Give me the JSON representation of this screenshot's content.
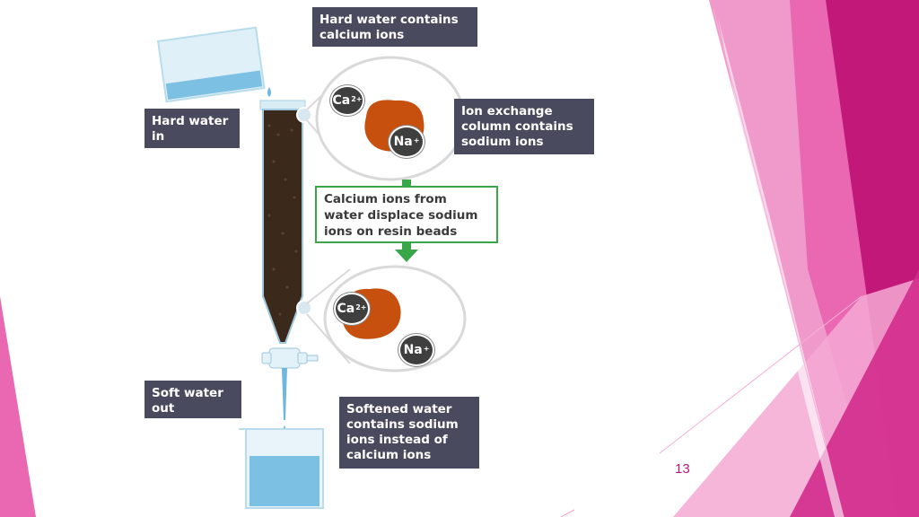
{
  "labels": {
    "hard_water_contains": "Hard water contains calcium ions",
    "hard_water_in": "Hard water in",
    "ion_exchange": "Ion exchange column contains sodium ions",
    "calcium_displace": "Calcium ions from water displace sodium ions on resin beads",
    "soft_water_out": "Soft water out",
    "softened_water": "Softened water contains sodium ions instead of calcium ions"
  },
  "ions": {
    "calcium": "Ca",
    "calcium_charge": "2+",
    "sodium": "Na",
    "sodium_charge": "+"
  },
  "slide_number": "13",
  "colors": {
    "label_bg": "#4a4a5e",
    "green_accent": "#3aa64a",
    "resin_bead": "#c8500f",
    "column_fill": "#3b2a1c",
    "magenta": "#c2187a",
    "pink": "#ef7cc0"
  }
}
